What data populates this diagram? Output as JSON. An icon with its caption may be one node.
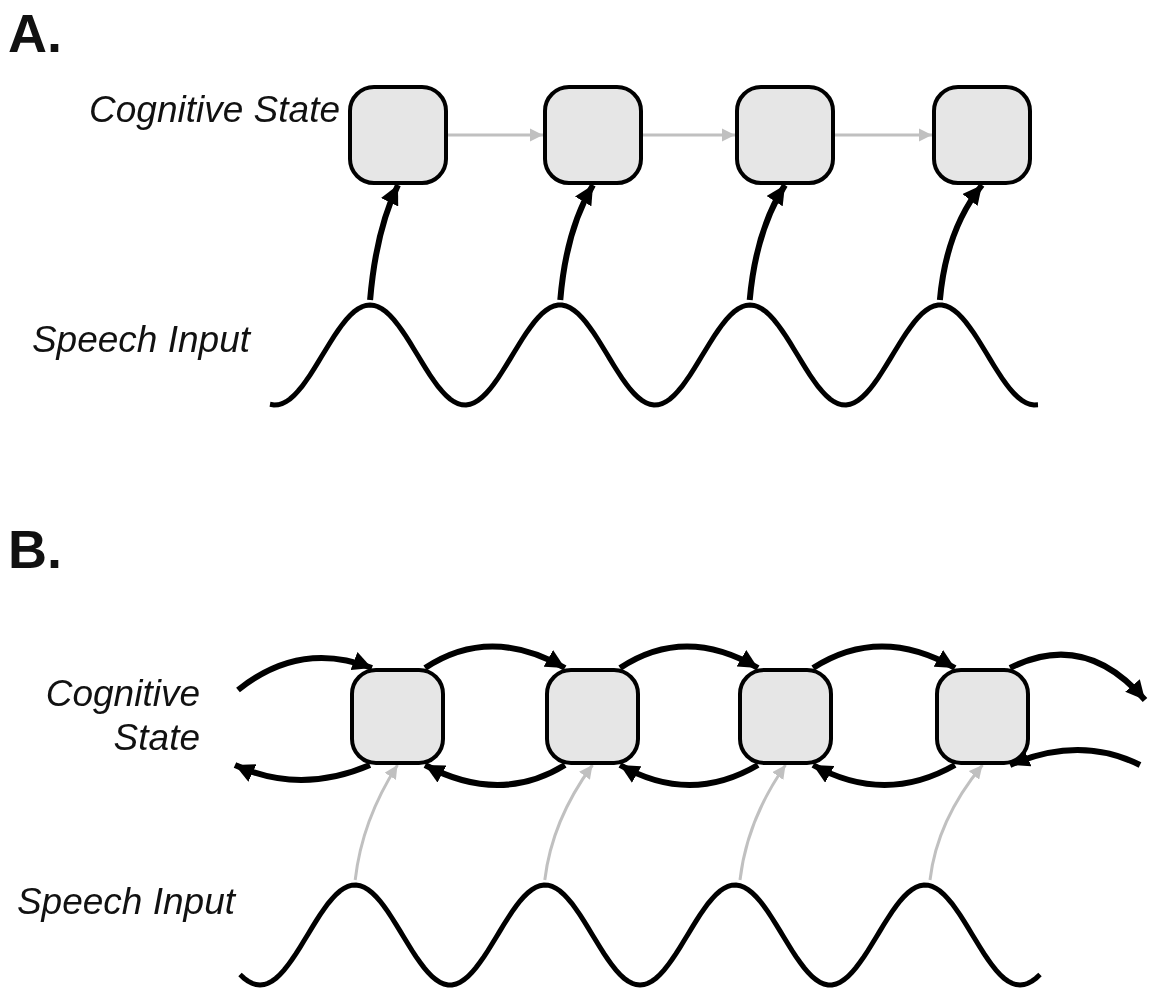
{
  "diagram": {
    "nodes": [
      {
        "text": [],
        "shape": "box",
        "beside": [
          "Cognitive State"
        ]
      },
      {
        "text": [],
        "shape": "box"
      },
      {
        "text": [],
        "shape": "box"
      },
      {
        "text": [],
        "shape": "box"
      },
      {
        "text": [],
        "shape": "wave",
        "beside": [
          "Speech Input"
        ]
      },
      {
        "text": [],
        "shape": "box"
      },
      {
        "text": [],
        "shape": "box"
      },
      {
        "text": [],
        "shape": "box"
      },
      {
        "text": [],
        "shape": "box"
      },
      {
        "text": [],
        "shape": "wave",
        "beside": [
          "Speech Input"
        ]
      }
    ],
    "edges": [
      {
        "from": 0,
        "to": 1,
        "arrow": "to",
        "color": "#c0c0c0"
      },
      {
        "from": 1,
        "to": 2,
        "arrow": "to",
        "color": "#c0c0c0"
      },
      {
        "from": 2,
        "to": 3,
        "arrow": "to",
        "color": "#c0c0c0"
      },
      {
        "from": 4,
        "to": 0,
        "arrow": "to"
      },
      {
        "from": 4,
        "to": 1,
        "arrow": "to"
      },
      {
        "from": 4,
        "to": 2,
        "arrow": "to"
      },
      {
        "from": 4,
        "to": 3,
        "arrow": "to"
      },
      {
        "from": null,
        "to": 5,
        "arrow": "to"
      },
      {
        "from": 5,
        "to": 6,
        "arrow": "to"
      },
      {
        "from": 6,
        "to": 7,
        "arrow": "to"
      },
      {
        "from": 7,
        "to": 8,
        "arrow": "to"
      },
      {
        "from": 8,
        "to": null,
        "arrow": "to"
      },
      {
        "from": 5,
        "to": null,
        "arrow": "to"
      },
      {
        "from": 6,
        "to": 5,
        "arrow": "to"
      },
      {
        "from": 7,
        "to": 6,
        "arrow": "to"
      },
      {
        "from": 8,
        "to": 7,
        "arrow": "to"
      },
      {
        "from": null,
        "to": 8,
        "arrow": "to"
      },
      {
        "from": 9,
        "to": 5,
        "arrow": "to",
        "color": "#c0c0c0"
      },
      {
        "from": 9,
        "to": 6,
        "arrow": "to",
        "color": "#c0c0c0"
      },
      {
        "from": 9,
        "to": 7,
        "arrow": "to",
        "color": "#c0c0c0"
      },
      {
        "from": 9,
        "to": 8,
        "arrow": "to",
        "color": "#c0c0c0"
      }
    ],
    "labels": [
      "A.",
      "B.",
      "Cognitive State"
    ]
  }
}
